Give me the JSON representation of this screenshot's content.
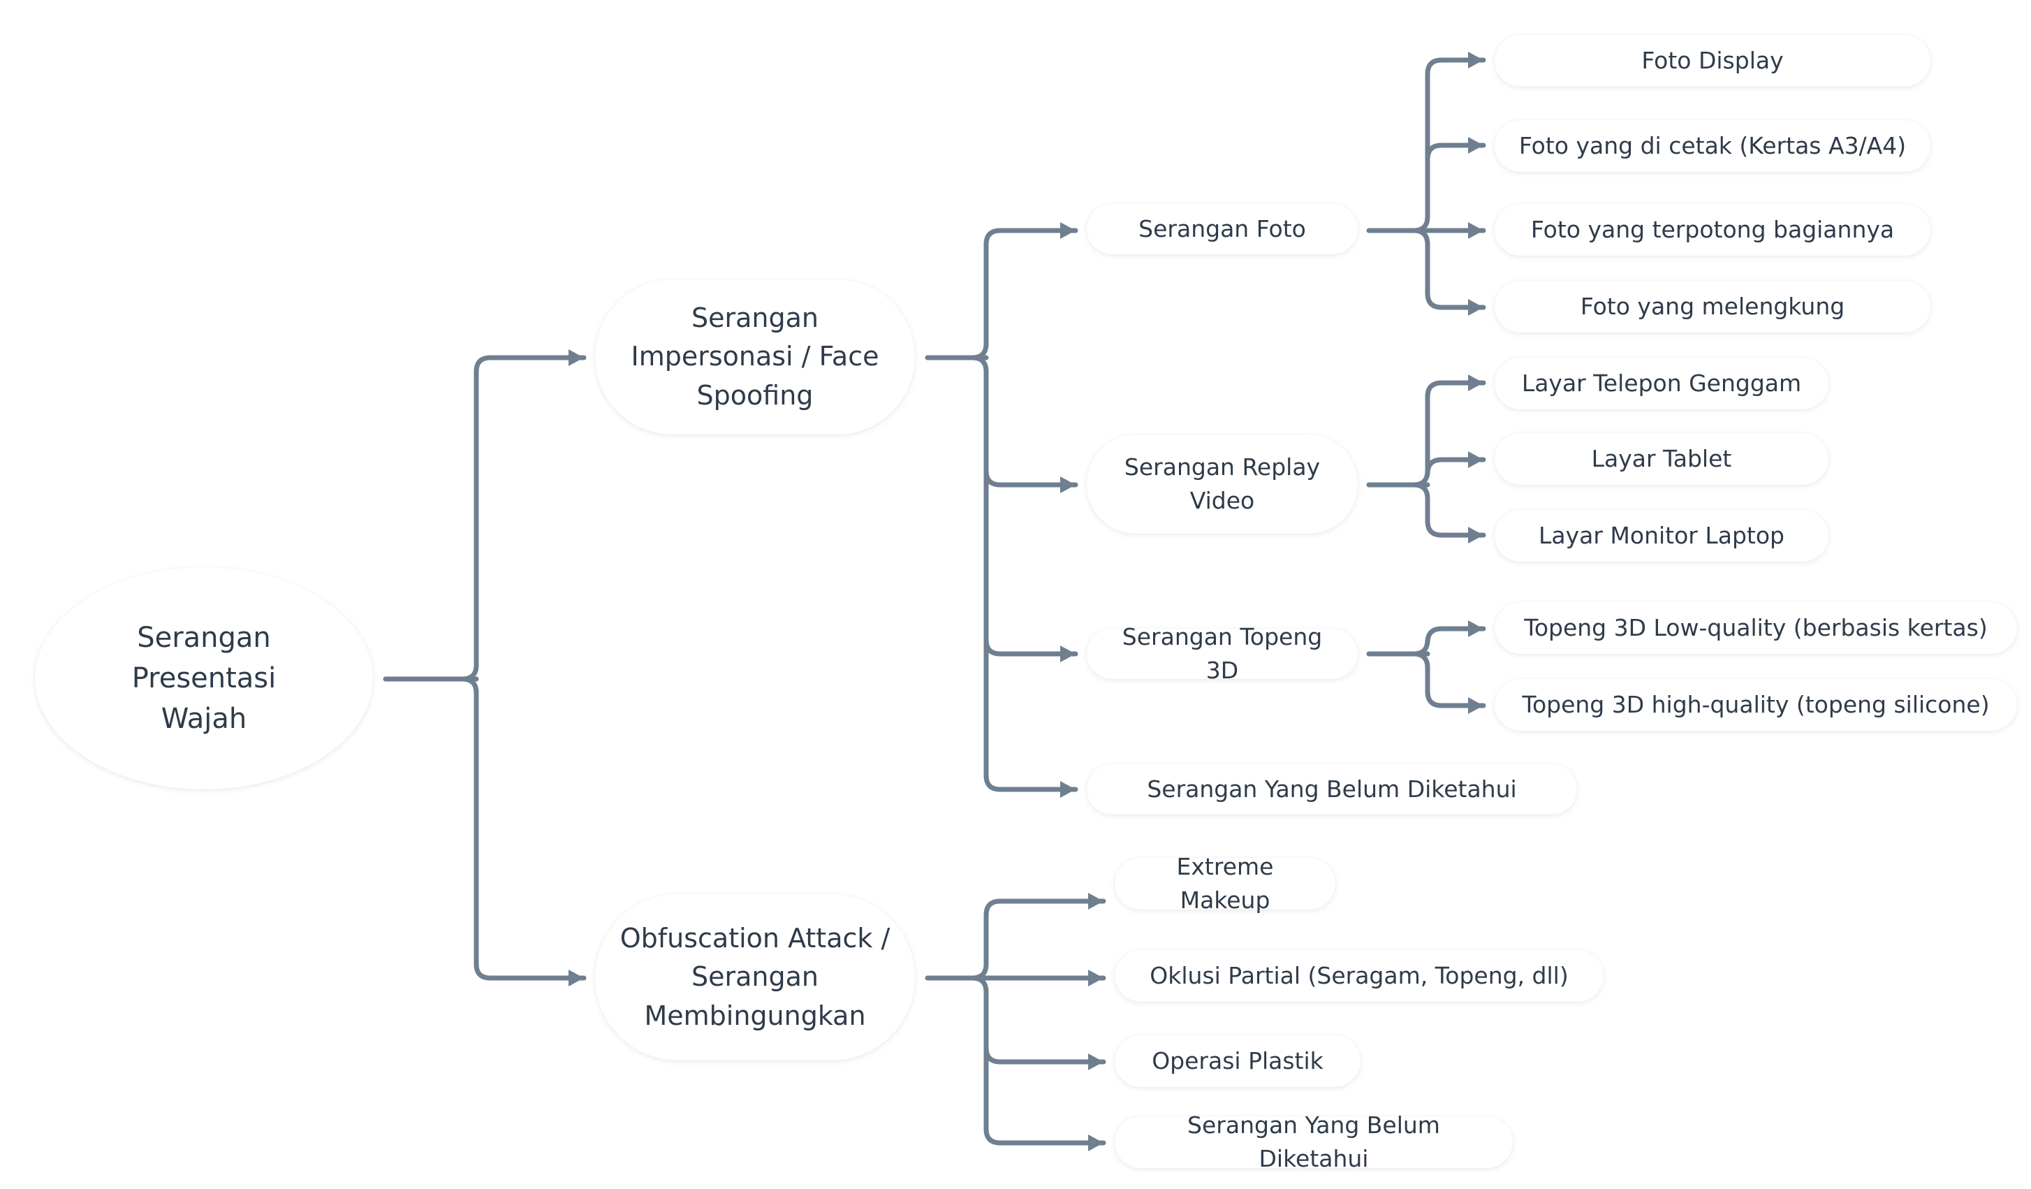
{
  "colors": {
    "connector": "#6f7f90",
    "text": "#2f3b4a",
    "node_fill": "#ffffff"
  },
  "root": {
    "label": "Serangan Presentasi\nWajah"
  },
  "impersonation": {
    "label": "Serangan\nImpersonasi / Face\nSpoofing",
    "photo": {
      "label": "Serangan Foto",
      "items": [
        "Foto Display",
        "Foto yang di cetak (Kertas A3/A4)",
        "Foto yang terpotong bagiannya",
        "Foto yang melengkung"
      ]
    },
    "video": {
      "label": "Serangan Replay\nVideo",
      "items": [
        "Layar Telepon Genggam",
        "Layar Tablet",
        "Layar Monitor Laptop"
      ]
    },
    "mask": {
      "label": "Serangan Topeng 3D",
      "items": [
        "Topeng 3D Low-quality (berbasis kertas)",
        "Topeng 3D high-quality (topeng silicone)"
      ]
    },
    "unknown": {
      "label": "Serangan Yang Belum Diketahui"
    }
  },
  "obfuscation": {
    "label": "Obfuscation Attack /\nSerangan\nMembingungkan",
    "items": [
      "Extreme Makeup",
      "Oklusi Partial (Seragam, Topeng, dll)",
      "Operasi Plastik",
      "Serangan Yang Belum Diketahui"
    ]
  }
}
